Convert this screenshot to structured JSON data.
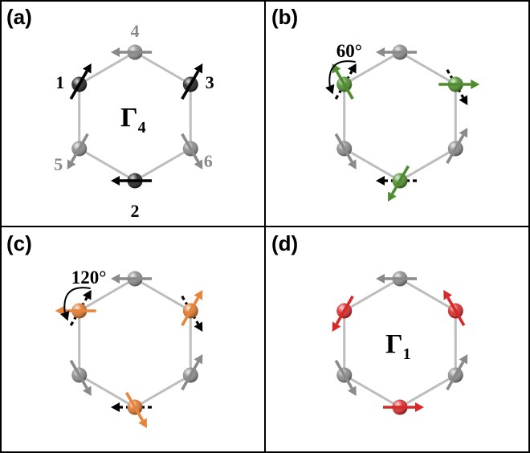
{
  "panels": [
    {
      "label": "(a)",
      "gamma": "Γ",
      "gamma_sub": "4",
      "angle": "",
      "sites": [
        {
          "num": "4",
          "color": "#8a8a8a",
          "num_color": "#8a8a8a",
          "arrow": "#8a8a8a",
          "dir": 180,
          "dashed": false
        },
        {
          "num": "3",
          "color": "#222222",
          "num_color": "#000000",
          "arrow": "#000000",
          "dir": 60,
          "dashed": false
        },
        {
          "num": "6",
          "color": "#8a8a8a",
          "num_color": "#8a8a8a",
          "arrow": "#8a8a8a",
          "dir": -60,
          "dashed": false
        },
        {
          "num": "2",
          "color": "#222222",
          "num_color": "#000000",
          "arrow": "#000000",
          "dir": 180,
          "dashed": false
        },
        {
          "num": "5",
          "color": "#8a8a8a",
          "num_color": "#8a8a8a",
          "arrow": "#8a8a8a",
          "dir": -120,
          "dashed": false
        },
        {
          "num": "1",
          "color": "#222222",
          "num_color": "#000000",
          "arrow": "#000000",
          "dir": 60,
          "dashed": false
        }
      ]
    },
    {
      "label": "(b)",
      "gamma": "",
      "gamma_sub": "",
      "angle": "60°",
      "sites": [
        {
          "num": "",
          "color": "#8a8a8a",
          "arrow": "#8a8a8a",
          "dir": 180,
          "dashed": false
        },
        {
          "num": "",
          "color": "#4e8c2e",
          "arrow": "#4e8c2e",
          "dir": 0,
          "dashed": true,
          "ref_dir": -60
        },
        {
          "num": "",
          "color": "#8a8a8a",
          "arrow": "#8a8a8a",
          "dir": 60,
          "dashed": false
        },
        {
          "num": "",
          "color": "#4e8c2e",
          "arrow": "#4e8c2e",
          "dir": -120,
          "dashed": true,
          "ref_dir": 180
        },
        {
          "num": "",
          "color": "#8a8a8a",
          "arrow": "#8a8a8a",
          "dir": -60,
          "dashed": false
        },
        {
          "num": "",
          "color": "#4e8c2e",
          "arrow": "#4e8c2e",
          "dir": 120,
          "dashed": true,
          "ref_dir": 60
        }
      ]
    },
    {
      "label": "(c)",
      "gamma": "",
      "gamma_sub": "",
      "angle": "120°",
      "sites": [
        {
          "num": "",
          "color": "#8a8a8a",
          "arrow": "#8a8a8a",
          "dir": 180,
          "dashed": false
        },
        {
          "num": "",
          "color": "#d9762e",
          "arrow": "#e8853a",
          "dir": 60,
          "dashed": true,
          "ref_dir": -60
        },
        {
          "num": "",
          "color": "#8a8a8a",
          "arrow": "#8a8a8a",
          "dir": 60,
          "dashed": false
        },
        {
          "num": "",
          "color": "#d9762e",
          "arrow": "#e8853a",
          "dir": -60,
          "dashed": true,
          "ref_dir": 180
        },
        {
          "num": "",
          "color": "#8a8a8a",
          "arrow": "#8a8a8a",
          "dir": -60,
          "dashed": false
        },
        {
          "num": "",
          "color": "#d9762e",
          "arrow": "#e8853a",
          "dir": 180,
          "dashed": true,
          "ref_dir": 60
        }
      ]
    },
    {
      "label": "(d)",
      "gamma": "Γ",
      "gamma_sub": "1",
      "angle": "",
      "sites": [
        {
          "num": "",
          "color": "#8a8a8a",
          "arrow": "#8a8a8a",
          "dir": 180,
          "dashed": false
        },
        {
          "num": "",
          "color": "#d62a2a",
          "arrow": "#d62a2a",
          "dir": 120,
          "dashed": false
        },
        {
          "num": "",
          "color": "#8a8a8a",
          "arrow": "#8a8a8a",
          "dir": 60,
          "dashed": false
        },
        {
          "num": "",
          "color": "#d62a2a",
          "arrow": "#d62a2a",
          "dir": 0,
          "dashed": false
        },
        {
          "num": "",
          "color": "#8a8a8a",
          "arrow": "#8a8a8a",
          "dir": -60,
          "dashed": false
        },
        {
          "num": "",
          "color": "#d62a2a",
          "arrow": "#d62a2a",
          "dir": -120,
          "dashed": false
        }
      ]
    }
  ]
}
